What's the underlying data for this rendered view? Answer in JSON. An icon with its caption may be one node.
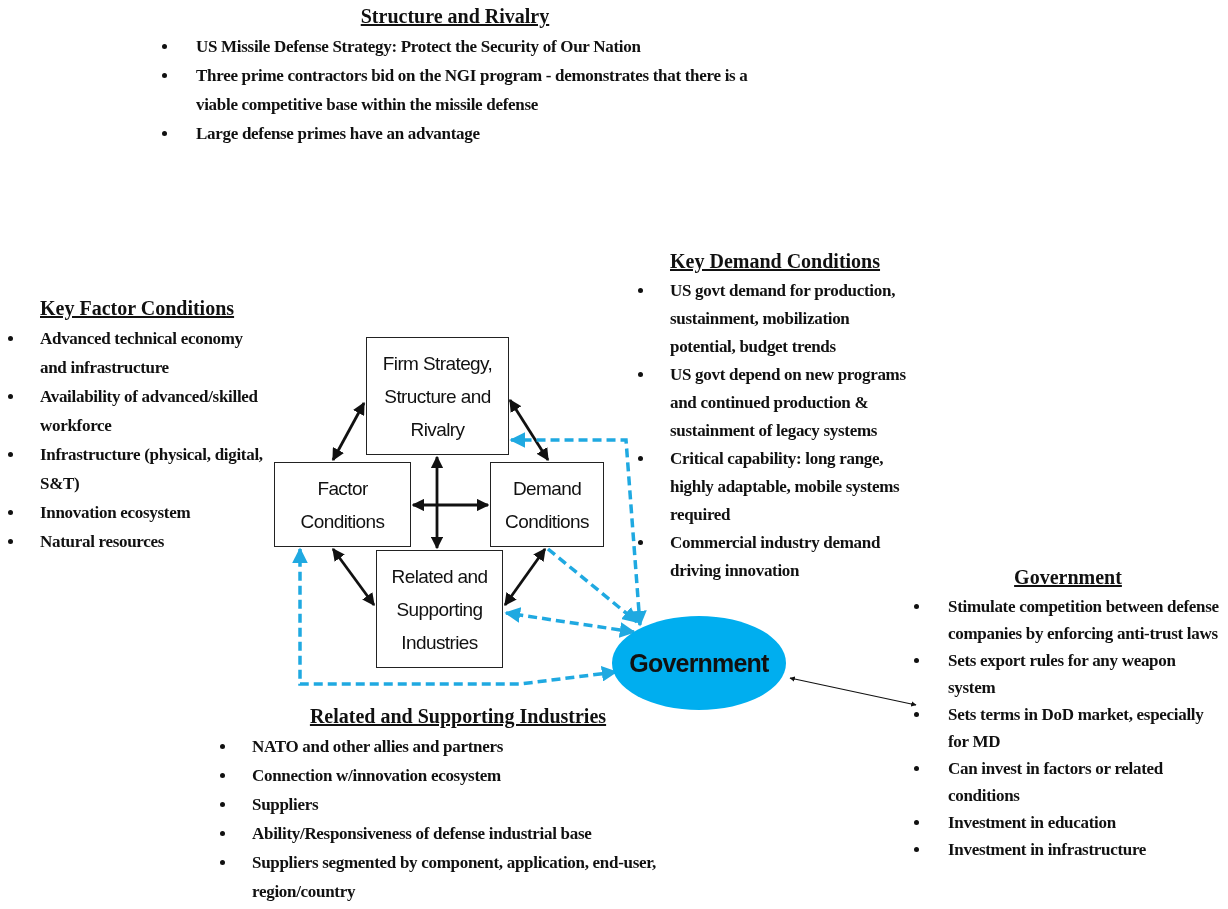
{
  "diagram": {
    "nodes": [
      {
        "text": [
          "Firm Strategy, Structure and Rivalry"
        ]
      },
      {
        "text": [
          "Factor Conditions"
        ]
      },
      {
        "text": [
          "Demand Conditions"
        ]
      },
      {
        "text": [
          "Related and Supporting Industries"
        ]
      },
      {
        "text": [
          "Government"
        ]
      },
      {
        "text": [
          "Government",
          "Stimulate competition between defense companies by enforcing anti-trust laws",
          "Sets export rules for any weapon system",
          "Sets terms in DoD market, especially for MD",
          "Can invest in factors or related conditions",
          "Investment in education",
          "Investment in infrastructure"
        ]
      }
    ],
    "edges": [
      {
        "from": 0,
        "to": 1,
        "arrow": "both"
      },
      {
        "from": 0,
        "to": 2,
        "arrow": "both"
      },
      {
        "from": 1,
        "to": 2,
        "arrow": "both"
      },
      {
        "from": 0,
        "to": 3,
        "arrow": "both"
      },
      {
        "from": 1,
        "to": 3,
        "arrow": "both"
      },
      {
        "from": 2,
        "to": 3,
        "arrow": "both"
      },
      {
        "from": 4,
        "to": 0,
        "arrow": "both",
        "style": "dashed",
        "color": "#1fa9e1"
      },
      {
        "from": 4,
        "to": 1,
        "arrow": "both",
        "style": "dashed",
        "color": "#1fa9e1"
      },
      {
        "from": 4,
        "to": 3,
        "arrow": "both",
        "style": "dashed",
        "color": "#1fa9e1"
      },
      {
        "from": 2,
        "to": 4,
        "arrow": "to",
        "style": "dashed",
        "color": "#1fa9e1"
      },
      {
        "from": 4,
        "to": 5,
        "arrow": "both"
      }
    ],
    "labels": [
      "Structure and Rivalry",
      "US Missile Defense Strategy:  Protect the Security of Our Nation",
      "Three prime contractors bid on the NGI program - demonstrates that there is a viable competitive base within the missile defense",
      "Large defense primes have an advantage",
      "Key Factor Conditions",
      "Advanced technical economy and infrastructure",
      "Availability of advanced/skilled workforce",
      "Infrastructure (physical, digital, S&T)",
      "Innovation ecosystem",
      "Natural resources",
      "Key Demand Conditions",
      "US govt demand for production, sustainment, mobilization potential, budget trends",
      "US govt depend on new programs and continued production & sustainment of legacy systems",
      "Critical capability:  long range, highly adaptable, mobile systems required",
      "Commercial industry demand driving innovation",
      "Related and Supporting Industries",
      "NATO and other allies and partners",
      "Connection w/innovation ecosystem",
      "Suppliers",
      "Ability/Responsiveness of defense industrial base",
      "Suppliers segmented by component, application, end-user, region/country"
    ]
  }
}
